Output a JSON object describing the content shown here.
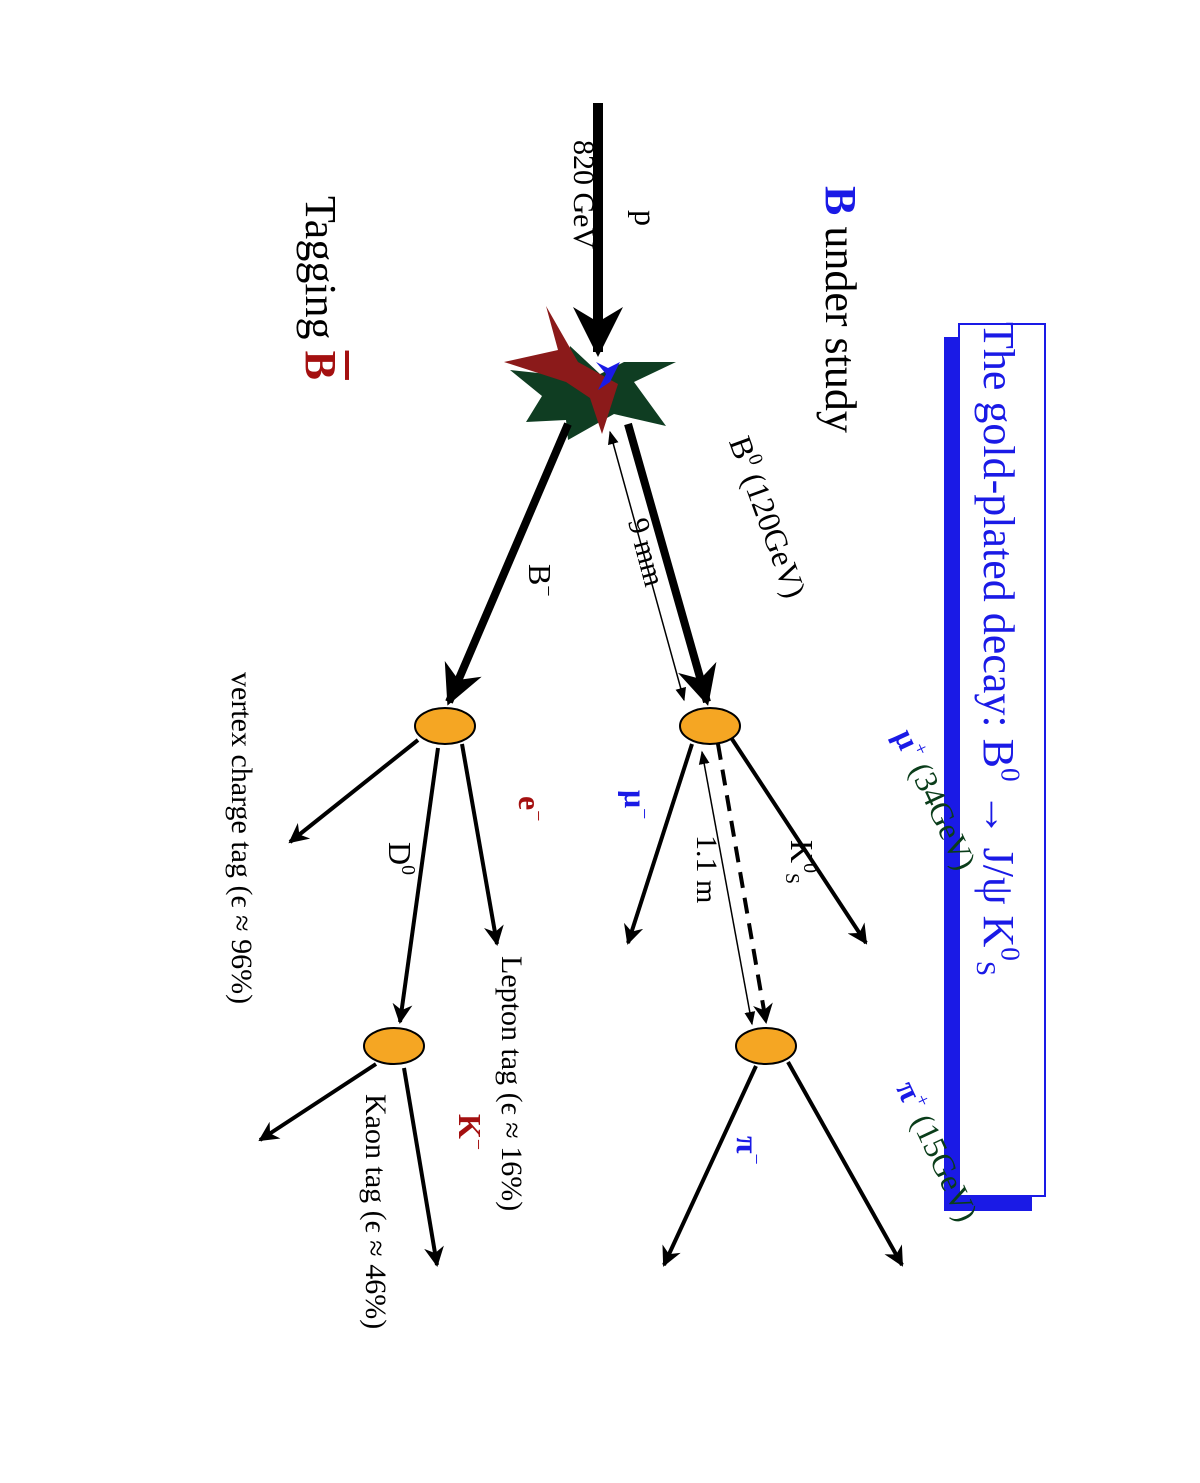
{
  "title": {
    "prefix": "The gold-plated decay: B",
    "b_sup": "0",
    "arrow": "→",
    "mid": "J/ψ K",
    "k_sup": "0",
    "k_sub": "S"
  },
  "section_b_under_study": {
    "b": "B",
    "rest": " under study"
  },
  "section_tagging": {
    "rest": "Tagging ",
    "b": "B"
  },
  "beam": {
    "particle": "p",
    "energy": "820 GeV"
  },
  "b0_track": {
    "name": "B",
    "sup": "0",
    "energy": " (120GeV)"
  },
  "b_minus_track": {
    "name": "B",
    "sup": "−"
  },
  "flight_b0": "9 mm",
  "flight_ks": "1.1 m",
  "muon_plus": {
    "name": "μ",
    "sup": "+",
    "energy": " (34GeV)"
  },
  "muon_minus": {
    "name": "μ",
    "sup": "−"
  },
  "ks": {
    "name": "K",
    "sup": "0",
    "sub": "S"
  },
  "pion_plus": {
    "name": "π",
    "sup": "+",
    "energy": " (15GeV)"
  },
  "pion_minus": {
    "name": "π",
    "sup": "−"
  },
  "electron": {
    "name": "e",
    "sup": "−"
  },
  "d0": {
    "name": "D",
    "sup": "0"
  },
  "kaon": {
    "name": "K",
    "sup": "−"
  },
  "tags": {
    "lepton": "Lepton tag (ϵ ≈ 16%)",
    "kaon": "Kaon tag (ϵ ≈ 46%)",
    "vertex": "vertex charge tag (ϵ ≈ 96%)"
  },
  "colors": {
    "title_blue": "#1a1ae6",
    "b_red": "#a41010",
    "energy_green": "#0a3d1a",
    "vertex_fill": "#f5a623",
    "star_green": "#0f3d22",
    "star_red": "#8b1a1a"
  }
}
